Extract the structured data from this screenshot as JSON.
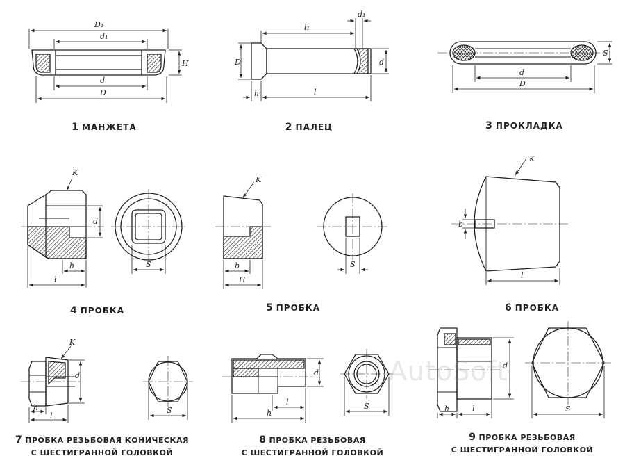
{
  "parts": [
    {
      "num": "1",
      "label": "МАНЖЕТА"
    },
    {
      "num": "2",
      "label": "ПАЛЕЦ"
    },
    {
      "num": "3",
      "label": "ПРОКЛАДКА"
    },
    {
      "num": "4",
      "label": "ПРОБКА"
    },
    {
      "num": "5",
      "label": "ПРОБКА"
    },
    {
      "num": "6",
      "label": "ПРОБКА"
    },
    {
      "num": "7",
      "label": "ПРОБКА  РЕЗЬБОВАЯ  КОНИЧЕСКАЯ",
      "label2": "С  ШЕСТИГРАННОЙ  ГОЛОВКОЙ"
    },
    {
      "num": "8",
      "label": "ПРОБКА  РЕЗЬБОВАЯ",
      "label2": "С  ШЕСТИГРАННОЙ  ГОЛОВКОЙ"
    },
    {
      "num": "9",
      "label": "ПРОБКА  РЕЗЬБОВАЯ",
      "label2": "С  ШЕСТИГРАННОЙ  ГОЛОВКОЙ"
    }
  ],
  "dims": {
    "D1": "D₁",
    "d1": "d₁",
    "d": "d",
    "D": "D",
    "H": "H",
    "l1": "l₁",
    "h": "h",
    "l": "l",
    "S": "S",
    "K": "K",
    "b": "b"
  },
  "watermark": "AutoSoft"
}
